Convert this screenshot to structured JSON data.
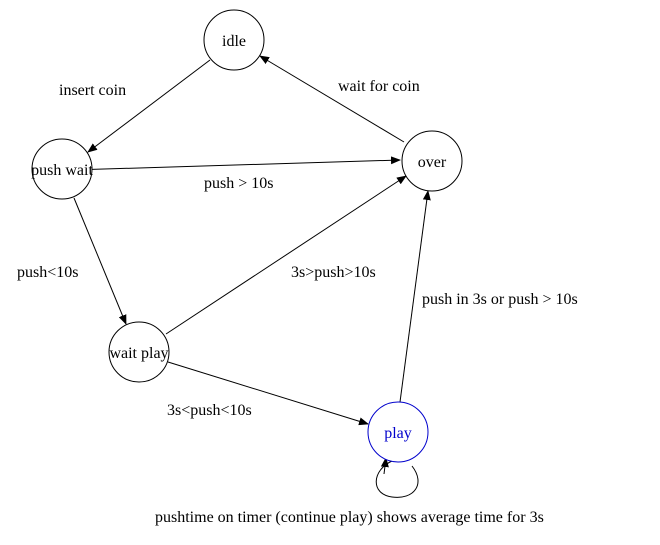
{
  "diagram": {
    "nodes": [
      {
        "id": "idle",
        "label": "idle"
      },
      {
        "id": "push-wait",
        "label": "push wait"
      },
      {
        "id": "over",
        "label": "over"
      },
      {
        "id": "wait-play",
        "label": "wait play"
      },
      {
        "id": "play",
        "label": "play",
        "color": "#0000cc"
      }
    ],
    "edges": [
      {
        "from": "idle",
        "to": "push-wait",
        "label": "insert coin"
      },
      {
        "from": "over",
        "to": "idle",
        "label": "wait for coin"
      },
      {
        "from": "push-wait",
        "to": "over",
        "label": "push > 10s"
      },
      {
        "from": "push-wait",
        "to": "wait-play",
        "label": "push<10s"
      },
      {
        "from": "wait-play",
        "to": "over",
        "label": "3s>push>10s"
      },
      {
        "from": "play",
        "to": "over",
        "label": "push in 3s or push > 10s"
      },
      {
        "from": "wait-play",
        "to": "play",
        "label": "3s<push<10s"
      },
      {
        "from": "play",
        "to": "play",
        "label": "pushtime on timer (continue play) shows average time for 3s"
      }
    ]
  }
}
